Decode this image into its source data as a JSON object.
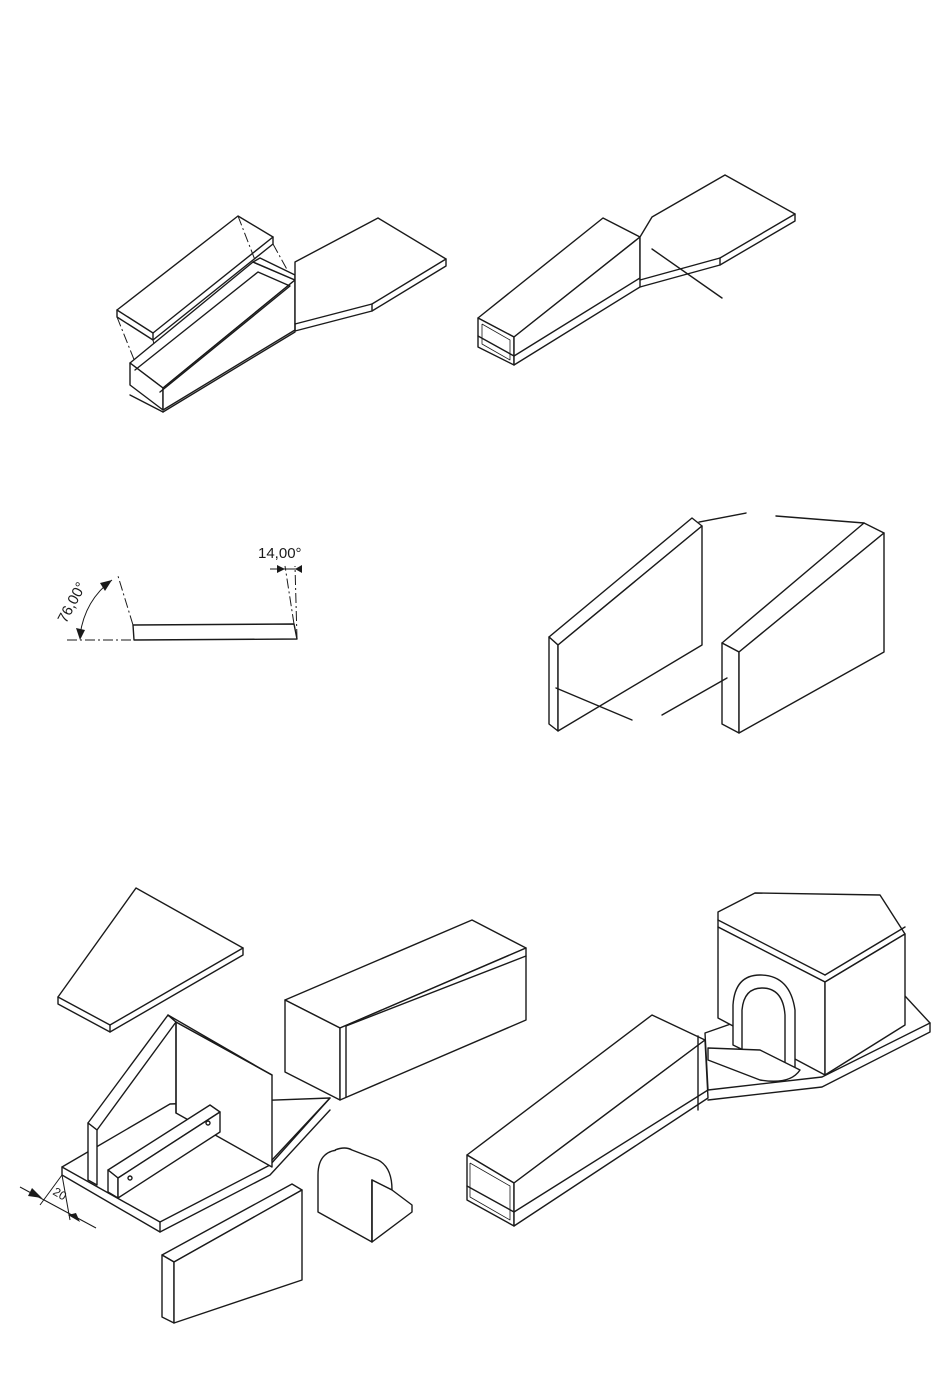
{
  "figure": {
    "dimensions": {
      "angle_left": "76,00°",
      "angle_right": "14,00°",
      "thickness": "20"
    },
    "colors": {
      "line": "#1a1a1a",
      "background": "#ffffff"
    }
  }
}
